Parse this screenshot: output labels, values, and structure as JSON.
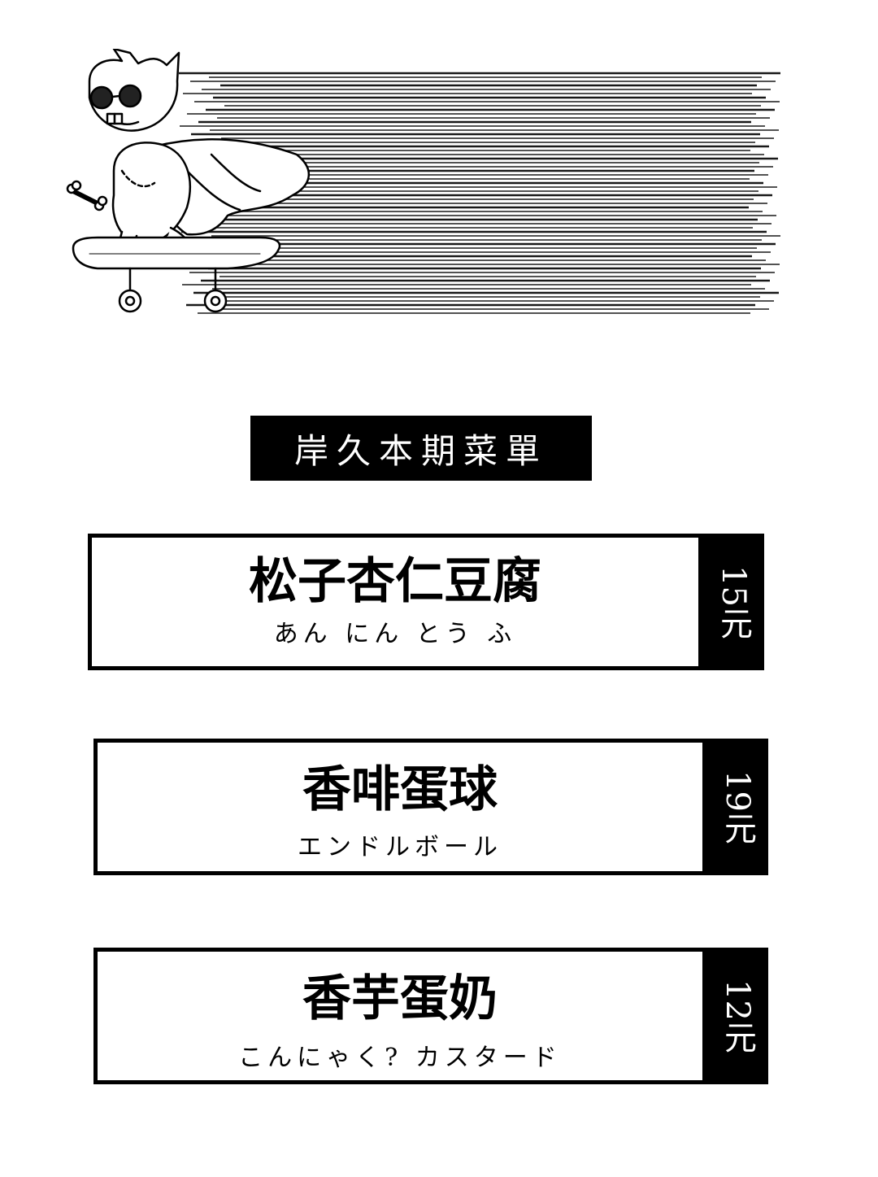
{
  "banner": {
    "title": "岸久本期菜單"
  },
  "menu": {
    "items": [
      {
        "name": "松子杏仁豆腐",
        "reading": "あん にん とう ふ",
        "price": "15元"
      },
      {
        "name": "香啡蛋球",
        "reading": "エンドルボール",
        "price": "19元"
      },
      {
        "name": "香芋蛋奶",
        "reading": "こんにゃく? カスタード",
        "price": "12元"
      }
    ]
  },
  "colors": {
    "ink": "#000000",
    "paper": "#ffffff"
  }
}
